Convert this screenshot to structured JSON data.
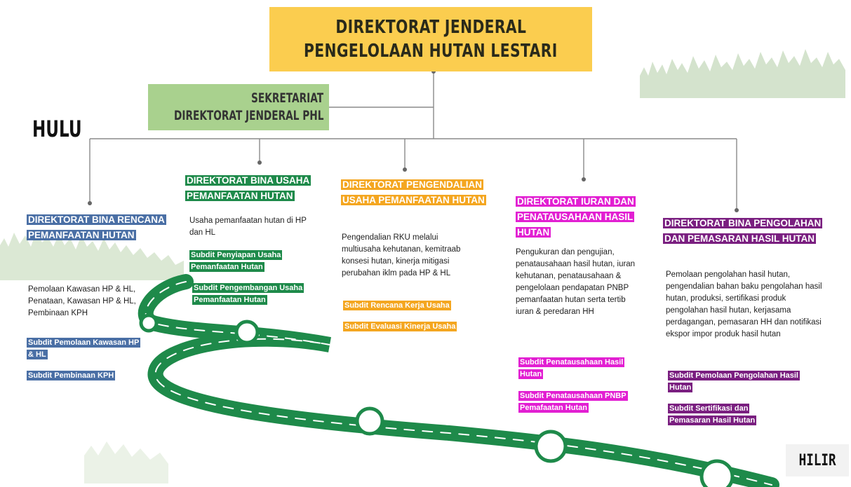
{
  "title": {
    "line1": "DIREKTORAT JENDERAL",
    "line2": "PENGELOLAAN HUTAN LESTARI"
  },
  "secretariat": {
    "line1": "SEKRETARIAT",
    "line2": "DIREKTORAT JENDERAL PHL"
  },
  "labels": {
    "hulu": "HULU",
    "hilir": "HILIR"
  },
  "colors": {
    "title_bg": "#fbcd4f",
    "secretariat_bg": "#a9d18e",
    "brpm": "#4a6fa5",
    "bupm": "#1e8a4a",
    "pupm": "#f4a620",
    "iphh": "#e21fd2",
    "bpphh": "#7a1f80",
    "road": "#1e8a4a"
  },
  "directorates": {
    "brpm": {
      "header": "DIREKTORAT BINA RENCANA PEMANFAATAN HUTAN",
      "description": "Pemolaan Kawasan HP & HL, Penataan, Kawasan HP & HL, Pembinaan KPH",
      "subdits": [
        "Subdit Pemolaan Kawasan HP & HL",
        "Subdit Pembinaan KPH"
      ]
    },
    "bupm": {
      "header": "DIREKTORAT BINA USAHA PEMANFAATAN HUTAN",
      "description": "Usaha pemanfaatan hutan  di HP dan HL",
      "subdits": [
        "Subdit  Penyiapan Usaha Pemanfaatan Hutan",
        "Subdit Pengembangan Usaha Pemanfaatan Hutan"
      ]
    },
    "pupm": {
      "header": "DIREKTORAT PENGENDALIAN USAHA PEMANFAATAN HUTAN",
      "description": "Pengendalian RKU melalui multiusaha kehutanan, kemitraab konsesi hutan, kinerja mitigasi perubahan iklm pada HP & HL",
      "subdits": [
        "Subdit Rencana Kerja Usaha",
        "Subdit Evaluasi Kinerja Usaha"
      ]
    },
    "iphh": {
      "header": "DIREKTORAT IURAN DAN PENATAUSAHAAN HASIL HUTAN",
      "description": "Pengukuran dan pengujian, penatausahaan hasil hutan, iuran kehutanan, penatausahaan & pengelolaan pendapatan PNBP pemanfaatan hutan serta tertib iuran & peredaran HH",
      "subdits": [
        "Subdit Penatausahaan Hasil Hutan",
        "Subdit Penatausahaan PNBP Pemafaatan Hutan"
      ]
    },
    "bpphh": {
      "header": "DIREKTORAT BINA PENGOLAHAN DAN PEMASARAN HASIL HUTAN",
      "description": "Pemolaan pengolahan hasil hutan, pengendalian bahan baku pengolahan hasil hutan,  produksi, sertifikasi produk pengolahan hasil hutan, kerjasama perdagangan, pemasaran HH dan notifikasi ekspor impor produk  hasil hutan",
      "subdits": [
        "Subdit Pemolaan Pengolahan Hasil Hutan",
        "Subdit Sertifikasi dan Pemasaran Hasil Hutan"
      ]
    }
  }
}
